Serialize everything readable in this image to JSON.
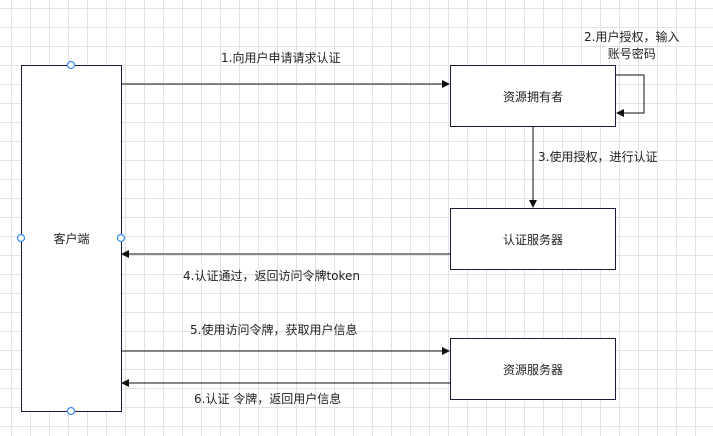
{
  "nodes": {
    "client": "客户端",
    "resource_owner": "资源拥有者",
    "auth_server": "认证服务器",
    "resource_server": "资源服务器"
  },
  "edges": {
    "step1": "1.向用户申请请求认证",
    "step2_line1": "2.用户授权，输入",
    "step2_line2": "账号密码",
    "step3": "3.使用授权，进行认证",
    "step4": "4.认证通过，返回访问令牌token",
    "step5": "5.使用访问令牌，获取用户信息",
    "step6": "6.认证 令牌，返回用户信息"
  }
}
